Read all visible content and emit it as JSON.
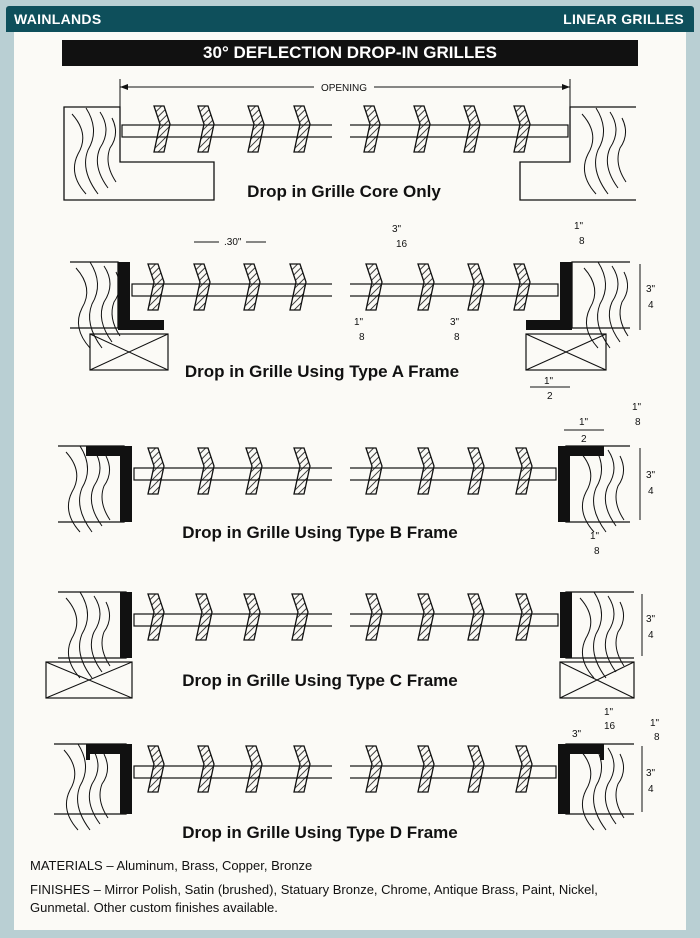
{
  "header": {
    "brand": "WAINLANDS",
    "section": "LINEAR GRILLES"
  },
  "title": "30° DEFLECTION DROP-IN GRILLES",
  "dimensions": {
    "opening": "OPENING",
    "spacing": ".30\"",
    "inch": "1\"",
    "eighth": "8",
    "sixteenth": "16",
    "quarter": "4",
    "half": "2",
    "three": "3\""
  },
  "captions": {
    "core": "Drop in Grille Core Only",
    "a": "Drop in Grille Using Type A Frame",
    "b": "Drop in Grille Using Type B Frame",
    "c": "Drop in Grille Using Type C Frame",
    "d": "Drop in Grille Using Type D Frame"
  },
  "materials": {
    "label": "MATERIALS –",
    "text": "Aluminum, Brass, Copper, Bronze"
  },
  "finishes": {
    "label": "FINISHES –",
    "text": "Mirror Polish, Satin (brushed), Statuary Bronze, Chrome, Antique Brass, Paint, Nickel,",
    "text2": "Gunmetal. Other custom finishes available."
  }
}
